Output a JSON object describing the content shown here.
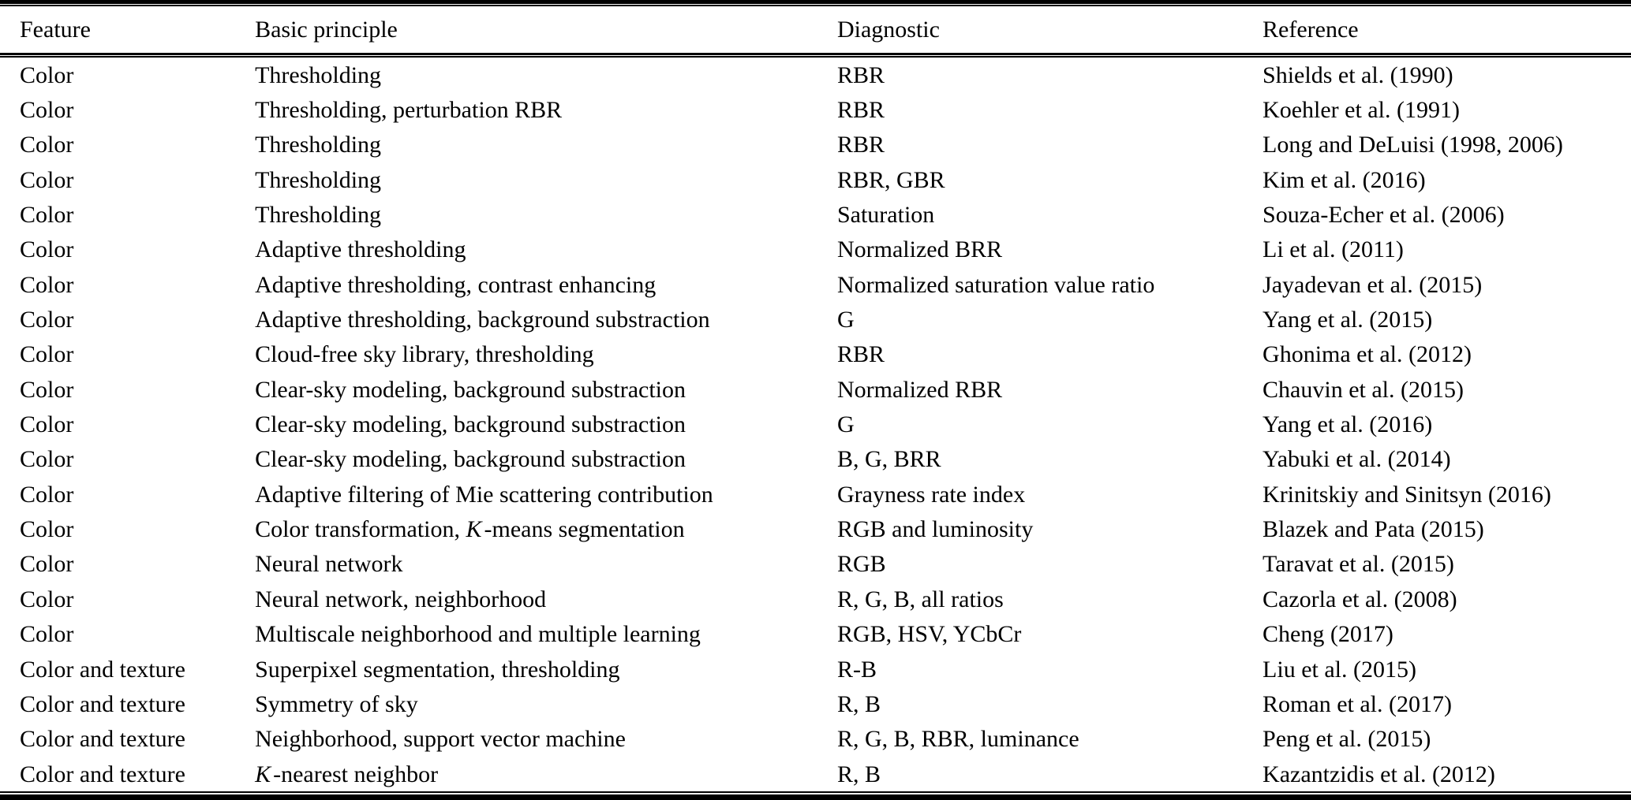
{
  "table": {
    "columns": [
      "Feature",
      "Basic principle",
      "Diagnostic",
      "Reference"
    ],
    "rows": [
      {
        "feature": "Color",
        "principle": "Thresholding",
        "diagnostic": "RBR",
        "reference": "Shields et al. (1990)"
      },
      {
        "feature": "Color",
        "principle": "Thresholding, perturbation RBR",
        "diagnostic": "RBR",
        "reference": "Koehler et al. (1991)"
      },
      {
        "feature": "Color",
        "principle": "Thresholding",
        "diagnostic": "RBR",
        "reference": "Long and DeLuisi (1998, 2006)"
      },
      {
        "feature": "Color",
        "principle": "Thresholding",
        "diagnostic": "RBR, GBR",
        "reference": "Kim et al. (2016)"
      },
      {
        "feature": "Color",
        "principle": "Thresholding",
        "diagnostic": "Saturation",
        "reference": "Souza-Echer et al. (2006)"
      },
      {
        "feature": "Color",
        "principle": "Adaptive thresholding",
        "diagnostic": "Normalized BRR",
        "reference": "Li et al. (2011)"
      },
      {
        "feature": "Color",
        "principle": "Adaptive thresholding, contrast enhancing",
        "diagnostic": "Normalized saturation value ratio",
        "reference": "Jayadevan et al. (2015)"
      },
      {
        "feature": "Color",
        "principle": "Adaptive thresholding, background substraction",
        "diagnostic": "G",
        "reference": "Yang et al. (2015)"
      },
      {
        "feature": "Color",
        "principle": "Cloud-free sky library, thresholding",
        "diagnostic": "RBR",
        "reference": "Ghonima et al. (2012)"
      },
      {
        "feature": "Color",
        "principle": "Clear-sky modeling, background substraction",
        "diagnostic": "Normalized RBR",
        "reference": "Chauvin et al. (2015)"
      },
      {
        "feature": "Color",
        "principle": "Clear-sky modeling, background substraction",
        "diagnostic": "G",
        "reference": "Yang et al. (2016)"
      },
      {
        "feature": "Color",
        "principle": "Clear-sky modeling, background substraction",
        "diagnostic": "B, G, BRR",
        "reference": "Yabuki et al. (2014)"
      },
      {
        "feature": "Color",
        "principle": "Adaptive filtering of Mie scattering contribution",
        "diagnostic": "Grayness rate index",
        "reference": "Krinitskiy and Sinitsyn (2016)"
      },
      {
        "feature": "Color",
        "principle": [
          {
            "text": "Color transformation, ",
            "italic": false
          },
          {
            "text": "K",
            "italic": true
          },
          {
            "text": "-means segmentation",
            "italic": false
          }
        ],
        "diagnostic": "RGB and luminosity",
        "reference": "Blazek and Pata (2015)"
      },
      {
        "feature": "Color",
        "principle": "Neural network",
        "diagnostic": "RGB",
        "reference": "Taravat et al. (2015)"
      },
      {
        "feature": "Color",
        "principle": "Neural network, neighborhood",
        "diagnostic": "R, G, B, all ratios",
        "reference": "Cazorla et al. (2008)"
      },
      {
        "feature": "Color",
        "principle": "Multiscale neighborhood and multiple learning",
        "diagnostic": "RGB, HSV, YCbCr",
        "reference": "Cheng (2017)"
      },
      {
        "feature": "Color and texture",
        "principle": "Superpixel segmentation, thresholding",
        "diagnostic": "R-B",
        "reference": "Liu et al. (2015)"
      },
      {
        "feature": "Color and texture",
        "principle": "Symmetry of sky",
        "diagnostic": "R, B",
        "reference": "Roman et al. (2017)"
      },
      {
        "feature": "Color and texture",
        "principle": "Neighborhood, support vector machine",
        "diagnostic": "R, G, B, RBR, luminance",
        "reference": "Peng et al. (2015)"
      },
      {
        "feature": "Color and texture",
        "principle": [
          {
            "text": "K",
            "italic": true
          },
          {
            "text": "-nearest neighbor",
            "italic": false
          }
        ],
        "diagnostic": "R, B",
        "reference": "Kazantzidis et al. (2012)"
      }
    ]
  },
  "colors": {
    "text": "#000000",
    "background": "#ffffff",
    "rule": "#000000"
  }
}
